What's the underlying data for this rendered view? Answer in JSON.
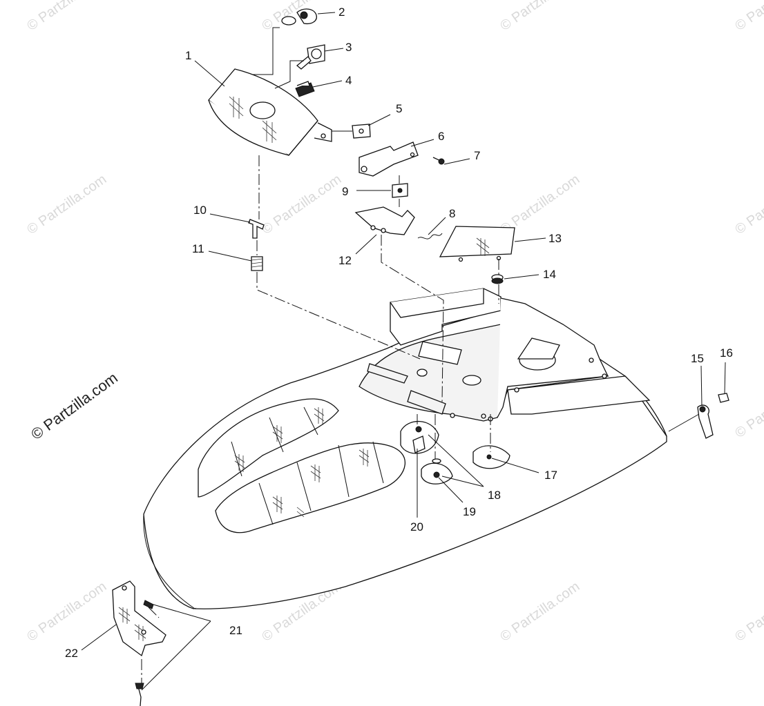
{
  "watermark": {
    "main": "© Partzilla.com",
    "tile": "© Partzilla.com"
  },
  "callouts": [
    "1",
    "2",
    "3",
    "4",
    "5",
    "6",
    "7",
    "8",
    "9",
    "10",
    "11",
    "12",
    "13",
    "14",
    "15",
    "16",
    "17",
    "18",
    "19",
    "20",
    "21",
    "22"
  ]
}
